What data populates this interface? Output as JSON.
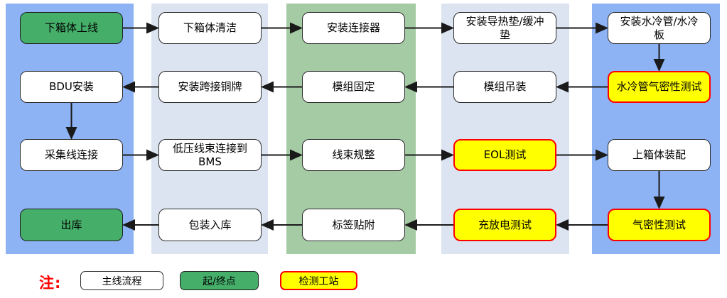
{
  "colors": {
    "band_blue": "#8DB3F4",
    "band_light": "#DBE4F0",
    "band_green": "#A5CBA4",
    "terminal_fill": "#45AF6A",
    "test_fill": "#FFFF00",
    "test_border": "#FF0000",
    "process_fill": "#FFFFFF",
    "arrow": "#1A1A1A",
    "note_color": "#FF0000"
  },
  "columns": [
    {
      "id": "col-1",
      "color_key": "band_blue"
    },
    {
      "id": "col-2",
      "color_key": "band_light"
    },
    {
      "id": "col-3",
      "color_key": "band_green"
    },
    {
      "id": "col-4",
      "color_key": "band_light"
    },
    {
      "id": "col-5",
      "color_key": "band_blue"
    }
  ],
  "nodes": [
    {
      "id": "lower-case-online",
      "label": "下箱体上线",
      "type": "terminal",
      "col": 0,
      "row": 0
    },
    {
      "id": "lower-case-cleaning",
      "label": "下箱体清洁",
      "type": "process",
      "col": 1,
      "row": 0
    },
    {
      "id": "connector-install",
      "label": "安装连接器",
      "type": "process",
      "col": 2,
      "row": 0
    },
    {
      "id": "thermal-pad-install",
      "label": "安装导热垫/缓冲\n垫",
      "type": "process",
      "col": 3,
      "row": 0
    },
    {
      "id": "cooling-pipe-install",
      "label": "安装水冷管/水冷\n板",
      "type": "process",
      "col": 4,
      "row": 0
    },
    {
      "id": "bdu-install",
      "label": "BDU安装",
      "type": "process",
      "col": 0,
      "row": 1
    },
    {
      "id": "jumper-busbar-install",
      "label": "安装跨接铜牌",
      "type": "process",
      "col": 1,
      "row": 1
    },
    {
      "id": "module-fixing",
      "label": "模组固定",
      "type": "process",
      "col": 2,
      "row": 1
    },
    {
      "id": "module-hoisting",
      "label": "模组吊装",
      "type": "process",
      "col": 3,
      "row": 1
    },
    {
      "id": "cooling-pipe-airtight-test",
      "label": "水冷管气密性测试",
      "type": "test",
      "col": 4,
      "row": 1
    },
    {
      "id": "collection-harness-connect",
      "label": "采集线连接",
      "type": "process",
      "col": 0,
      "row": 2
    },
    {
      "id": "lv-harness-to-bms",
      "label": "低压线束连接到\nBMS",
      "type": "process",
      "col": 1,
      "row": 2
    },
    {
      "id": "harness-arrangement",
      "label": "线束规整",
      "type": "process",
      "col": 2,
      "row": 2
    },
    {
      "id": "eol-test",
      "label": "EOL测试",
      "type": "test",
      "col": 3,
      "row": 2
    },
    {
      "id": "upper-case-assembly",
      "label": "上箱体装配",
      "type": "process",
      "col": 4,
      "row": 2
    },
    {
      "id": "outbound",
      "label": "出库",
      "type": "terminal",
      "col": 0,
      "row": 3
    },
    {
      "id": "packing-warehousing",
      "label": "包装入库",
      "type": "process",
      "col": 1,
      "row": 3
    },
    {
      "id": "label-attach",
      "label": "标签贴附",
      "type": "process",
      "col": 2,
      "row": 3
    },
    {
      "id": "charge-discharge-test",
      "label": "充放电测试",
      "type": "test",
      "col": 3,
      "row": 3
    },
    {
      "id": "airtight-test",
      "label": "气密性测试",
      "type": "test",
      "col": 4,
      "row": 3
    }
  ],
  "edges": [
    [
      "lower-case-online",
      "lower-case-cleaning"
    ],
    [
      "lower-case-cleaning",
      "connector-install"
    ],
    [
      "connector-install",
      "thermal-pad-install"
    ],
    [
      "thermal-pad-install",
      "cooling-pipe-install"
    ],
    [
      "cooling-pipe-install",
      "cooling-pipe-airtight-test"
    ],
    [
      "cooling-pipe-airtight-test",
      "module-hoisting"
    ],
    [
      "module-hoisting",
      "module-fixing"
    ],
    [
      "module-fixing",
      "jumper-busbar-install"
    ],
    [
      "jumper-busbar-install",
      "bdu-install"
    ],
    [
      "bdu-install",
      "collection-harness-connect"
    ],
    [
      "collection-harness-connect",
      "lv-harness-to-bms"
    ],
    [
      "lv-harness-to-bms",
      "harness-arrangement"
    ],
    [
      "harness-arrangement",
      "eol-test"
    ],
    [
      "eol-test",
      "upper-case-assembly"
    ],
    [
      "upper-case-assembly",
      "airtight-test"
    ],
    [
      "airtight-test",
      "charge-discharge-test"
    ],
    [
      "charge-discharge-test",
      "label-attach"
    ],
    [
      "label-attach",
      "packing-warehousing"
    ],
    [
      "packing-warehousing",
      "outbound"
    ]
  ],
  "legend": {
    "note": "注:",
    "items": [
      {
        "id": "main-process",
        "label": "主线流程",
        "type": "process"
      },
      {
        "id": "start-end",
        "label": "起/终点",
        "type": "terminal"
      },
      {
        "id": "test-station",
        "label": "检测工站",
        "type": "test"
      }
    ]
  }
}
